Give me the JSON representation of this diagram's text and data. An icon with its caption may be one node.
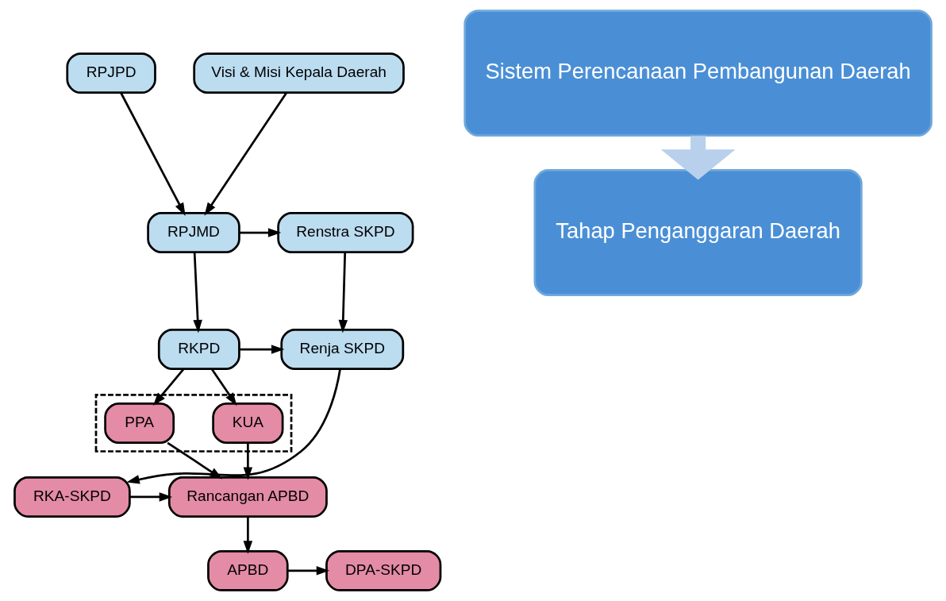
{
  "diagram": {
    "nodes": [
      {
        "text": [
          "RPJPD"
        ]
      },
      {
        "text": [
          "Visi & Misi Kepala Daerah"
        ]
      },
      {
        "text": [
          "Renstra SKPD"
        ]
      },
      {
        "text": [
          "RPJMD"
        ]
      },
      {
        "text": [
          "Renja SKPD"
        ]
      },
      {
        "text": [
          "RKPD"
        ]
      },
      {
        "text": [],
        "shape": "box"
      },
      {
        "text": [
          "KUA"
        ],
        "in": 6
      },
      {
        "text": [
          "PPA"
        ],
        "in": 6
      },
      {
        "text": [
          "RKA-SKPD"
        ]
      },
      {
        "text": [
          "Rancangan APBD"
        ]
      },
      {
        "text": [
          "DPA-SKPD"
        ]
      },
      {
        "text": [
          "APBD"
        ]
      },
      {
        "text": [
          "Sistem Perencanaan Pembangunan Daerah"
        ]
      },
      {
        "text": [
          "Tahap Penganggaran Daerah"
        ]
      }
    ],
    "edges": [
      {
        "from": 0,
        "to": 3,
        "arrow": "to"
      },
      {
        "from": 1,
        "to": 3,
        "arrow": "to"
      },
      {
        "from": 3,
        "to": 2,
        "arrow": "to"
      },
      {
        "from": 3,
        "to": 5,
        "arrow": "to"
      },
      {
        "from": 2,
        "to": 4,
        "arrow": "to"
      },
      {
        "from": 5,
        "to": 4,
        "arrow": "to"
      },
      {
        "from": 5,
        "to": 7,
        "arrow": "to"
      },
      {
        "from": 5,
        "to": 8,
        "arrow": "to"
      },
      {
        "from": 7,
        "to": 10,
        "arrow": "to"
      },
      {
        "from": 8,
        "to": 10,
        "arrow": "to"
      },
      {
        "from": 4,
        "to": 9,
        "arrow": "to"
      },
      {
        "from": 9,
        "to": 10,
        "arrow": "to"
      },
      {
        "from": 10,
        "to": 12,
        "arrow": "to"
      },
      {
        "from": 12,
        "to": 11,
        "arrow": "to"
      },
      {
        "from": 13,
        "to": 14,
        "arrow": "to",
        "style": "thick",
        "color": "#b8d0ec"
      }
    ]
  }
}
